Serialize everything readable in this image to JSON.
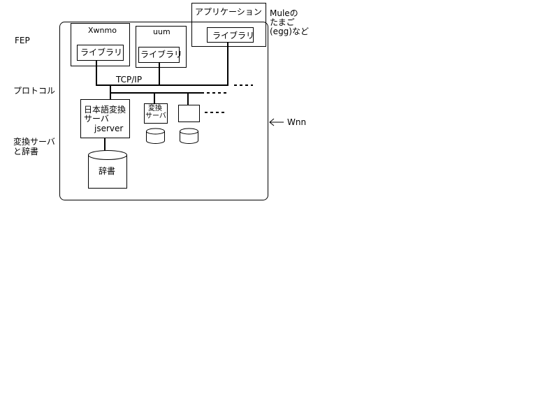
{
  "left_labels": {
    "fep": "FEP",
    "protocol": "プロトコル",
    "server_dict_line1": "変換サーバ",
    "server_dict_line2": "と辞書"
  },
  "wnn_label": "Wnn",
  "mule": {
    "line1": "Muleの",
    "line2": "たまご",
    "line3": "(egg)など"
  },
  "application": {
    "title": "アプリケーション",
    "library": "ライブラリ"
  },
  "xwnmo": {
    "title": "Xwnmo",
    "library": "ライブラリ"
  },
  "uum": {
    "title": "uum",
    "library": "ライブラリ"
  },
  "network": {
    "protocol_label": "TCP/IP"
  },
  "jserver": {
    "line1": "日本語変換",
    "line2": "サーバ",
    "line3": "jserver"
  },
  "small_server": {
    "line1": "変換",
    "line2": "サーバ"
  },
  "dictionary": {
    "label": "辞書"
  },
  "colors": {
    "line": "#000000",
    "background": "#ffffff"
  }
}
